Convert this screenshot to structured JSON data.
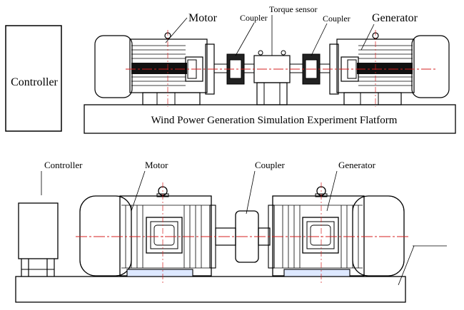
{
  "top": {
    "controller": "Controller",
    "motor": "Motor",
    "coupler_left": "Coupler",
    "torque_sensor": "Torque sensor",
    "coupler_right": "Coupler",
    "generator": "Generator",
    "platform": "Wind Power Generation Simulation Experiment Flatform"
  },
  "bottom": {
    "controller": "Controller",
    "motor": "Motor",
    "coupler": "Coupler",
    "generator": "Generator"
  },
  "colors": {
    "line": "#000000",
    "centerline": "#d42020",
    "fill_dark": "#111111",
    "base_light": "#dde8ff"
  }
}
